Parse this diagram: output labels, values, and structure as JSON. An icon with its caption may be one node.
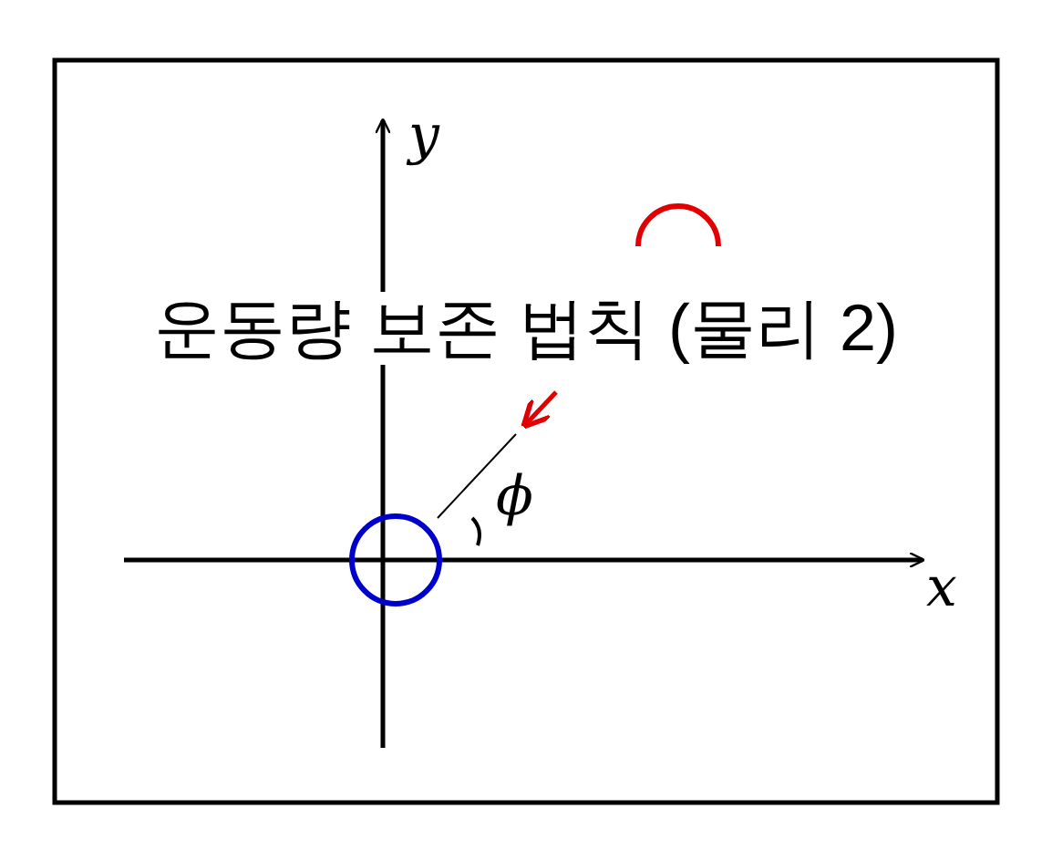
{
  "diagram": {
    "title": "운동량 보존 법칙 (물리 2)",
    "labels": [
      "y",
      "x",
      "ϕ"
    ]
  }
}
